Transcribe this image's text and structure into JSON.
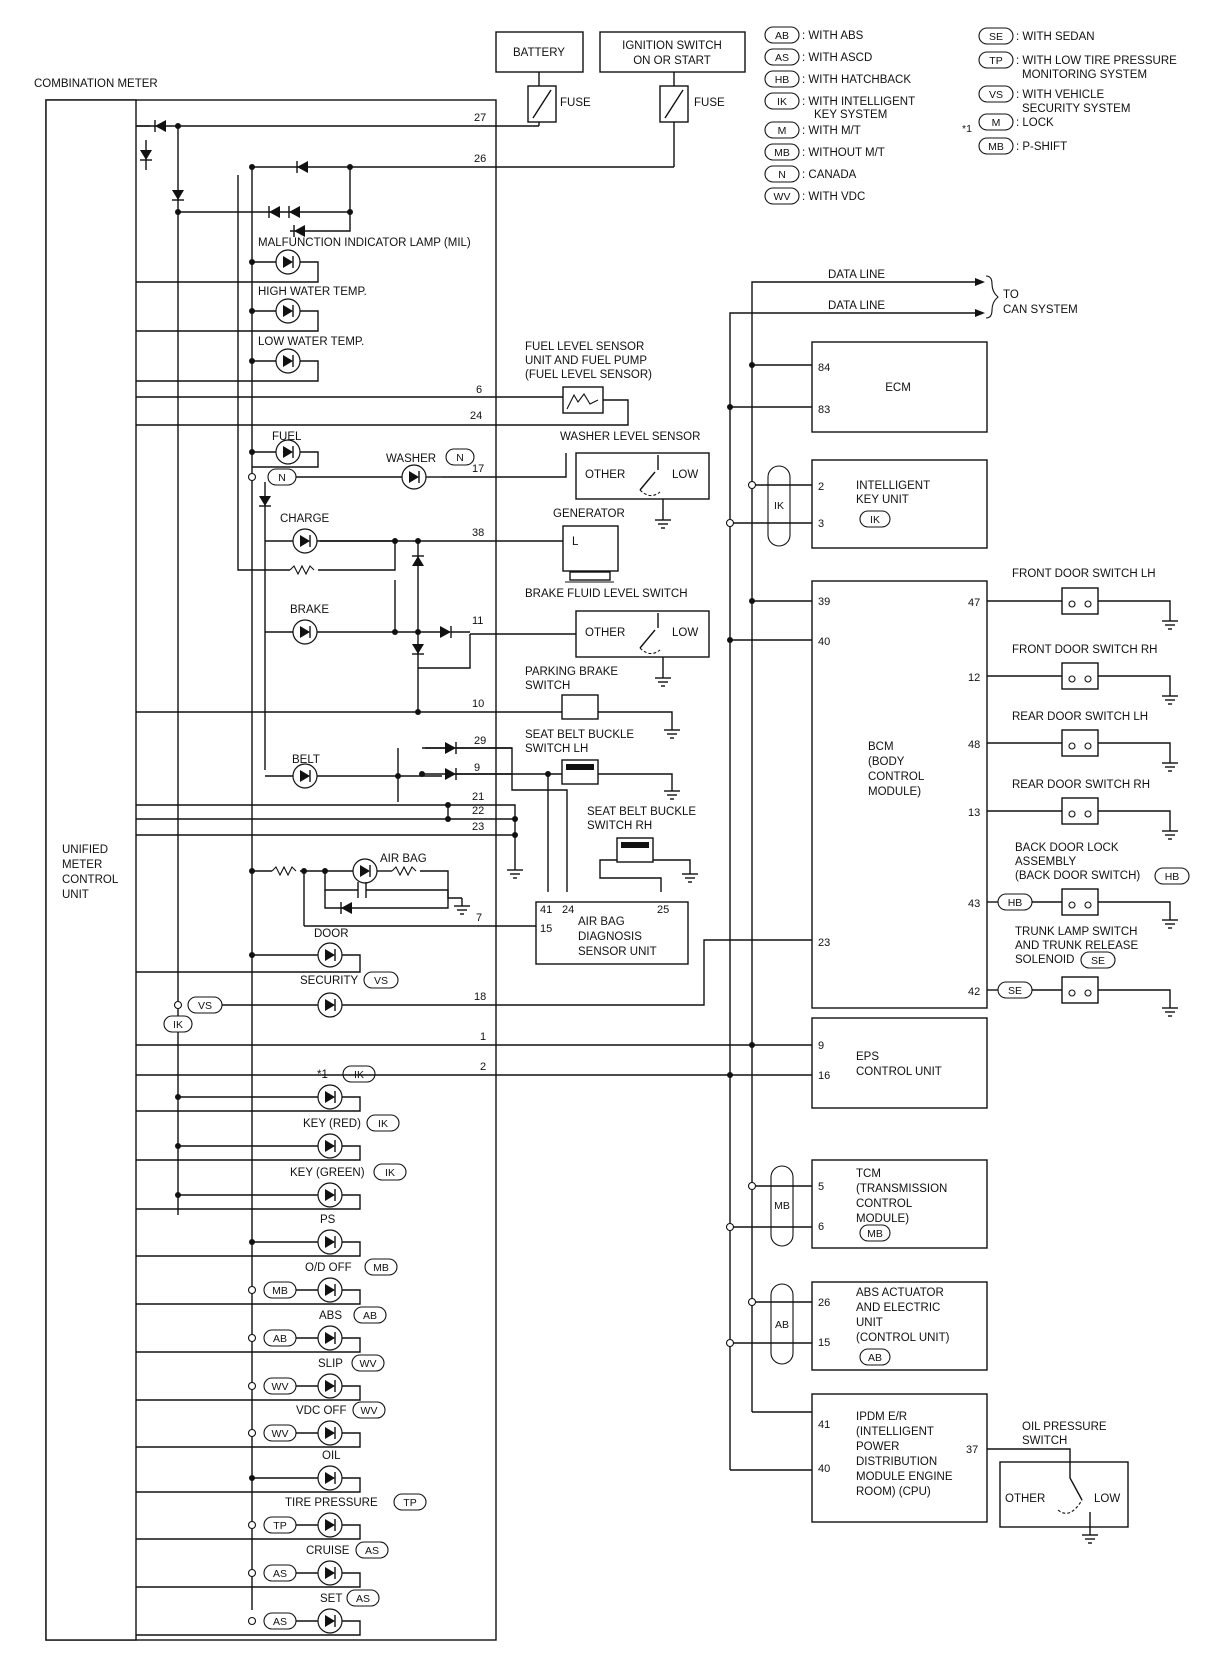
{
  "title_meter": "COMBINATION METER",
  "unified": [
    "UNIFIED",
    "METER",
    "CONTROL",
    "UNIT"
  ],
  "battery": "BATTERY",
  "ignition": [
    "IGNITION SWITCH",
    "ON OR START"
  ],
  "fuse": "FUSE",
  "legend_left": [
    {
      "code": "AB",
      "text": ": WITH ABS"
    },
    {
      "code": "AS",
      "text": ": WITH ASCD"
    },
    {
      "code": "HB",
      "text": ": WITH HATCHBACK"
    },
    {
      "code": "IK",
      "text": ": WITH INTELLIGENT",
      "text2": "KEY SYSTEM"
    },
    {
      "code": "M",
      "text": ": WITH M/T"
    },
    {
      "code": "MB",
      "text": ": WITHOUT M/T"
    },
    {
      "code": "N",
      "text": ": CANADA"
    },
    {
      "code": "WV",
      "text": ": WITH VDC"
    }
  ],
  "legend_right": [
    {
      "code": "SE",
      "text": ": WITH SEDAN"
    },
    {
      "code": "TP",
      "text": ": WITH LOW TIRE PRESSURE",
      "text2": "MONITORING SYSTEM"
    },
    {
      "code": "VS",
      "text": ": WITH VEHICLE",
      "text2": "SECURITY SYSTEM"
    },
    {
      "code": "M",
      "text": ": LOCK",
      "mark": "*1"
    },
    {
      "code": "MB",
      "text": ": P-SHIFT"
    }
  ],
  "lamps": {
    "mil": "MALFUNCTION INDICATOR LAMP (MIL)",
    "high_water": "HIGH WATER TEMP.",
    "low_water": "LOW WATER TEMP.",
    "fuel": "FUEL",
    "washer": "WASHER",
    "charge": "CHARGE",
    "brake": "BRAKE",
    "belt": "BELT",
    "air_bag": "AIR BAG",
    "door": "DOOR",
    "security": "SECURITY",
    "p_shift_mark": "*1",
    "key_red": "KEY (RED)",
    "key_green": "KEY (GREEN)",
    "ps": "PS",
    "od_off": "O/D OFF",
    "abs": "ABS",
    "slip": "SLIP",
    "vdc_off": "VDC OFF",
    "oil": "OIL",
    "tire_pressure": "TIRE PRESSURE",
    "cruise": "CRUISE",
    "set": "SET"
  },
  "pins": {
    "p27": "27",
    "p26": "26",
    "p6": "6",
    "p24": "24",
    "p17": "17",
    "p38": "38",
    "p11": "11",
    "p10": "10",
    "p29": "29",
    "p9": "9",
    "p21": "21",
    "p22": "22",
    "p23": "23",
    "p7": "7",
    "p18": "18",
    "p1": "1",
    "p2": "2"
  },
  "components": {
    "fuel_sensor": [
      "FUEL LEVEL SENSOR",
      "UNIT AND FUEL PUMP",
      "(FUEL LEVEL SENSOR)"
    ],
    "washer_sensor": "WASHER LEVEL SENSOR",
    "other": "OTHER",
    "low": "LOW",
    "generator": "GENERATOR",
    "generator_l": "L",
    "brake_fluid": "BRAKE FLUID LEVEL SWITCH",
    "parking_brake": [
      "PARKING BRAKE",
      "SWITCH"
    ],
    "seat_lh": [
      "SEAT BELT BUCKLE",
      "SWITCH LH"
    ],
    "seat_rh": [
      "SEAT BELT BUCKLE",
      "SWITCH RH"
    ],
    "air_bag_unit": [
      "AIR BAG",
      "DIAGNOSIS",
      "SENSOR UNIT"
    ],
    "air_bag_pins": {
      "a": "41",
      "b": "24",
      "c": "25",
      "d": "15"
    }
  },
  "right": {
    "data_line": "DATA LINE",
    "to_can": [
      "TO",
      "CAN SYSTEM"
    ],
    "ecm": "ECM",
    "ecm_pins": {
      "a": "84",
      "b": "83"
    },
    "ik_unit": [
      "INTELLIGENT",
      "KEY UNIT"
    ],
    "ik_pins": {
      "a": "2",
      "b": "3"
    },
    "bcm": [
      "BCM",
      "(BODY",
      "CONTROL",
      "MODULE)"
    ],
    "bcm_pins": {
      "a": "39",
      "b": "40",
      "c": "23",
      "d": "47",
      "e": "12",
      "f": "48",
      "g": "13",
      "h": "43",
      "i": "42"
    },
    "front_lh": "FRONT DOOR SWITCH LH",
    "front_rh": "FRONT DOOR SWITCH RH",
    "rear_lh": "REAR DOOR SWITCH LH",
    "rear_rh": "REAR DOOR SWITCH RH",
    "back_door": [
      "BACK DOOR LOCK",
      "ASSEMBLY",
      "(BACK DOOR SWITCH)"
    ],
    "trunk": [
      "TRUNK LAMP SWITCH",
      "AND TRUNK RELEASE",
      "SOLENOID"
    ],
    "eps": [
      "EPS",
      "CONTROL UNIT"
    ],
    "eps_pins": {
      "a": "9",
      "b": "16"
    },
    "tcm": [
      "TCM",
      "(TRANSMISSION",
      "CONTROL",
      "MODULE)"
    ],
    "tcm_pins": {
      "a": "5",
      "b": "6"
    },
    "abs_unit": [
      "ABS ACTUATOR",
      "AND ELECTRIC",
      "UNIT",
      "(CONTROL UNIT)"
    ],
    "abs_pins": {
      "a": "26",
      "b": "15"
    },
    "ipdm": [
      "IPDM E/R",
      "(INTELLIGENT",
      "POWER",
      "DISTRIBUTION",
      "MODULE ENGINE",
      "ROOM) (CPU)"
    ],
    "ipdm_pins": {
      "a": "41",
      "b": "40",
      "c": "37"
    },
    "oil_switch": [
      "OIL PRESSURE",
      "SWITCH"
    ]
  },
  "codes": {
    "AB": "AB",
    "AS": "AS",
    "HB": "HB",
    "IK": "IK",
    "MB": "MB",
    "N": "N",
    "WV": "WV",
    "SE": "SE",
    "TP": "TP",
    "VS": "VS"
  }
}
